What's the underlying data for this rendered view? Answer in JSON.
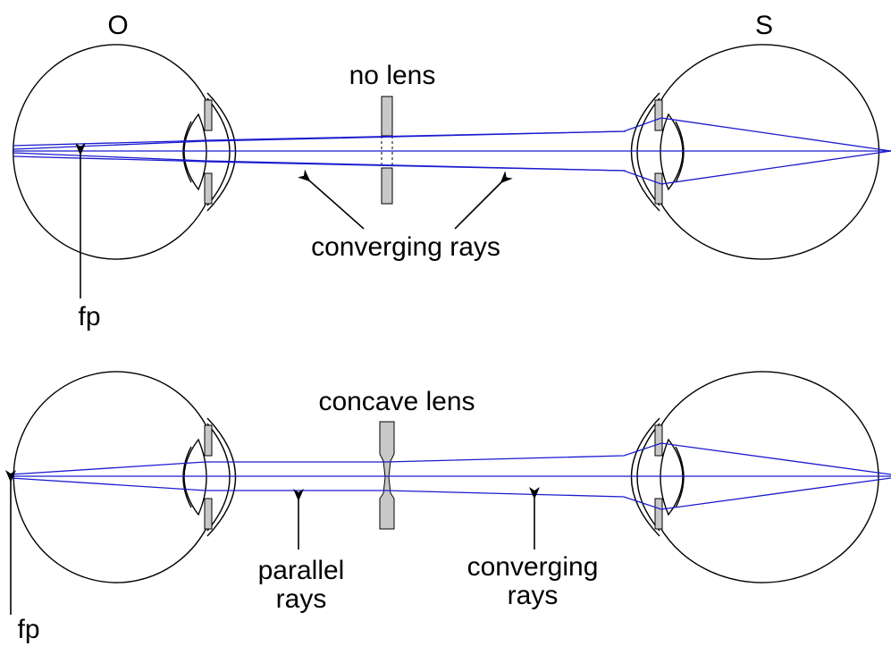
{
  "diagram": {
    "top": {
      "observer_label": "O",
      "subject_label": "S",
      "lens_label": "no lens",
      "rays_label": "converging rays",
      "focal_point_label": "fp"
    },
    "bottom": {
      "lens_label": "concave  lens",
      "parallel_label_line1": "parallel",
      "parallel_label_line2": "rays",
      "converging_label_line1": "converging",
      "converging_label_line2": "rays",
      "focal_point_label": "fp"
    },
    "colors": {
      "ray": "#1a1ad0",
      "lens_fill": "#c8c8c8",
      "outline": "#000000"
    }
  }
}
